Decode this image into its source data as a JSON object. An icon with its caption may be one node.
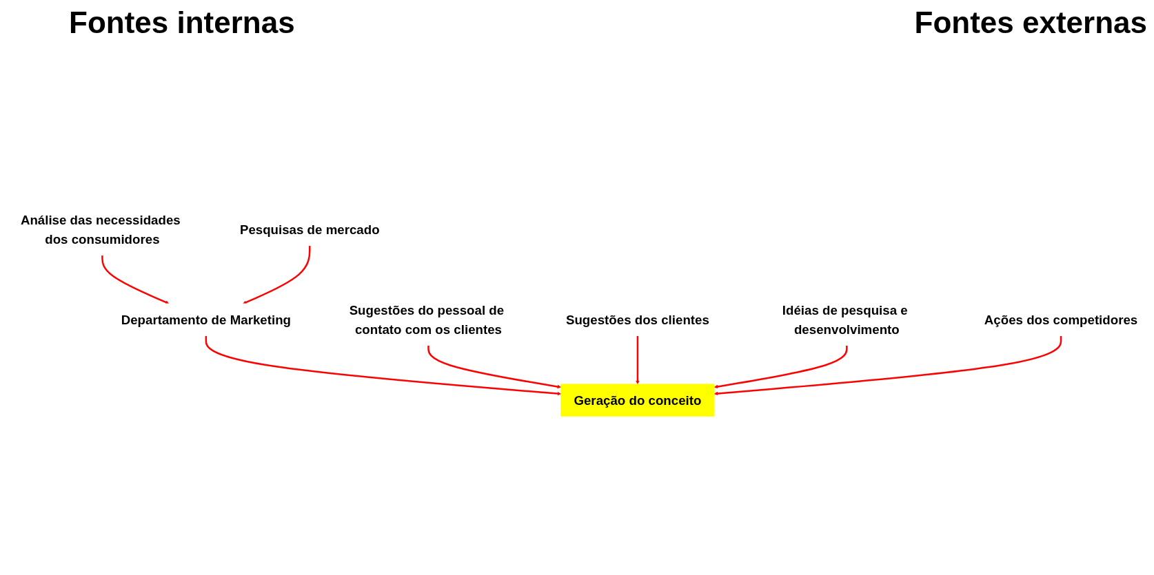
{
  "diagram": {
    "nodes": [
      {
        "text": [
          "Departamento de Marketing"
        ]
      },
      {
        "text": [
          "Análise das necessidades dos consumidores"
        ]
      },
      {
        "text": [
          "Pesquisas de mercado"
        ]
      },
      {
        "text": [
          "Sugestões do pessoal de contato com os clientes"
        ]
      },
      {
        "text": [
          "Sugestões dos clientes"
        ]
      },
      {
        "text": [
          "Idéias de pesquisa e desenvolvimento"
        ]
      },
      {
        "text": [
          "Ações dos competidores"
        ]
      },
      {
        "text": [
          "Geração do conceito"
        ]
      }
    ],
    "edges": [
      {
        "from": 1,
        "to": 0,
        "arrow": "to"
      },
      {
        "from": 2,
        "to": 0,
        "arrow": "to"
      },
      {
        "from": 0,
        "to": 7,
        "arrow": "to"
      },
      {
        "from": 3,
        "to": 7,
        "arrow": "to"
      },
      {
        "from": 4,
        "to": 7,
        "arrow": "to"
      },
      {
        "from": 5,
        "to": 7,
        "arrow": "to"
      },
      {
        "from": 6,
        "to": 7,
        "arrow": "to"
      }
    ],
    "labels": [
      "Fontes internas",
      "Fontes externas"
    ]
  }
}
